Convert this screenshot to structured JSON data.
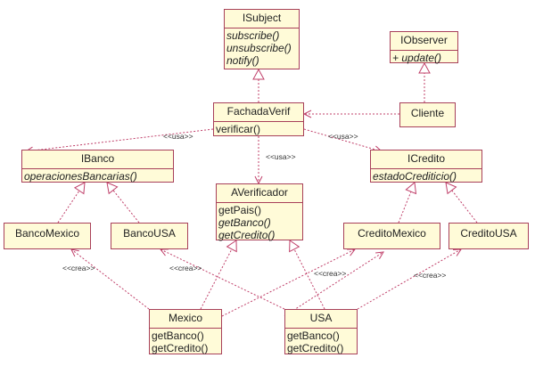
{
  "diagram": {
    "type": "uml-class",
    "colors": {
      "box_fill": "#fffbd8",
      "border": "#a8405a",
      "edge": "#c0406a",
      "text": "#222222"
    },
    "classes": [
      {
        "id": "ISubject",
        "name": "ISubject",
        "operations": [
          {
            "text": "subscribe()",
            "abstract": true
          },
          {
            "text": "unsubscribe()",
            "abstract": true
          },
          {
            "text": "notify()",
            "abstract": true
          }
        ]
      },
      {
        "id": "IObserver",
        "name": "IObserver",
        "operations": [
          {
            "text": "+ update()",
            "abstract": true
          }
        ]
      },
      {
        "id": "FachadaVerif",
        "name": "FachadaVerif",
        "operations": [
          {
            "text": "verificar()",
            "abstract": false
          }
        ]
      },
      {
        "id": "Cliente",
        "name": "Cliente",
        "operations": []
      },
      {
        "id": "IBanco",
        "name": "IBanco",
        "operations": [
          {
            "text": "operacionesBancarias()",
            "abstract": true
          }
        ]
      },
      {
        "id": "AVerificador",
        "name": "AVerificador",
        "operations": [
          {
            "text": "getPais()",
            "abstract": false
          },
          {
            "text": "getBanco()",
            "abstract": true
          },
          {
            "text": "getCredito()",
            "abstract": true
          }
        ]
      },
      {
        "id": "ICredito",
        "name": "ICredito",
        "operations": [
          {
            "text": "estadoCrediticio()",
            "abstract": true
          }
        ]
      },
      {
        "id": "BancoMexico",
        "name": "BancoMexico",
        "operations": []
      },
      {
        "id": "BancoUSA",
        "name": "BancoUSA",
        "operations": []
      },
      {
        "id": "CreditoMexico",
        "name": "CreditoMexico",
        "operations": []
      },
      {
        "id": "CreditoUSA",
        "name": "CreditoUSA",
        "operations": []
      },
      {
        "id": "Mexico",
        "name": "Mexico",
        "operations": [
          {
            "text": "getBanco()",
            "abstract": false
          },
          {
            "text": "getCredito()",
            "abstract": false
          }
        ]
      },
      {
        "id": "USA",
        "name": "USA",
        "operations": [
          {
            "text": "getBanco()",
            "abstract": false
          },
          {
            "text": "getCredito()",
            "abstract": false
          }
        ]
      }
    ],
    "relations": [
      {
        "from": "FachadaVerif",
        "to": "ISubject",
        "kind": "realization",
        "label": ""
      },
      {
        "from": "Cliente",
        "to": "IObserver",
        "kind": "realization",
        "label": ""
      },
      {
        "from": "Cliente",
        "to": "FachadaVerif",
        "kind": "dependency",
        "label": ""
      },
      {
        "from": "FachadaVerif",
        "to": "IBanco",
        "kind": "dependency",
        "label": "<<usa>>"
      },
      {
        "from": "FachadaVerif",
        "to": "AVerificador",
        "kind": "dependency",
        "label": "<<usa>>"
      },
      {
        "from": "FachadaVerif",
        "to": "ICredito",
        "kind": "dependency",
        "label": "<<usa>>"
      },
      {
        "from": "BancoMexico",
        "to": "IBanco",
        "kind": "realization",
        "label": ""
      },
      {
        "from": "BancoUSA",
        "to": "IBanco",
        "kind": "realization",
        "label": ""
      },
      {
        "from": "CreditoMexico",
        "to": "ICredito",
        "kind": "realization",
        "label": ""
      },
      {
        "from": "CreditoUSA",
        "to": "ICredito",
        "kind": "realization",
        "label": ""
      },
      {
        "from": "Mexico",
        "to": "AVerificador",
        "kind": "realization",
        "label": ""
      },
      {
        "from": "USA",
        "to": "AVerificador",
        "kind": "realization",
        "label": ""
      },
      {
        "from": "Mexico",
        "to": "BancoMexico",
        "kind": "dependency",
        "label": "<<crea>>"
      },
      {
        "from": "Mexico",
        "to": "CreditoMexico",
        "kind": "dependency",
        "label": ""
      },
      {
        "from": "USA",
        "to": "BancoUSA",
        "kind": "dependency",
        "label": "<<crea>>"
      },
      {
        "from": "USA",
        "to": "CreditoUSA",
        "kind": "dependency",
        "label": "<<crea>>"
      },
      {
        "from": "USA",
        "to": "CreditoMexico",
        "kind": "dependency",
        "label": "<<crea>>"
      }
    ]
  }
}
